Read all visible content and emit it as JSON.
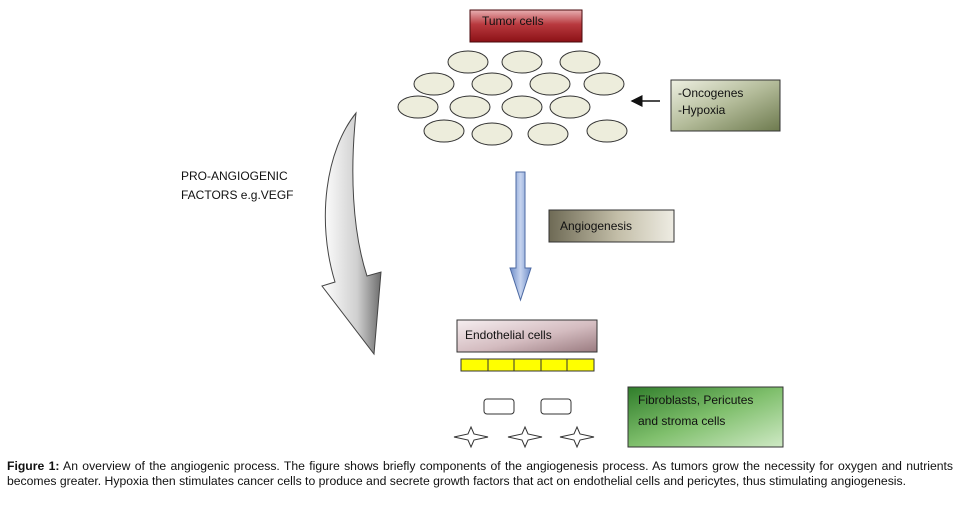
{
  "diagram": {
    "tumor_cells": "Tumor cells",
    "oncogenes": "-Oncogenes",
    "hypoxia": "-Hypoxia",
    "pro_angiogenic_line1": "PRO-ANGIOGENIC",
    "pro_angiogenic_line2": "FACTORS e.g.VEGF",
    "angiogenesis": "Angiogenesis",
    "endothelial_cells": "Endothelial cells",
    "fibroblasts_line1": "Fibroblasts, Pericutes",
    "fibroblasts_line2": "and stroma cells"
  },
  "caption": {
    "label": "Figure 1:",
    "text": " An overview of the angiogenic process. The figure shows briefly components of the angiogenesis process. As tumors grow the necessity for oxygen and nutrients becomes greater. Hypoxia then stimulates cancer cells to produce and secrete growth factors that act on endothelial cells and pericytes, thus stimulating angiogenesis."
  },
  "colors": {
    "tumor_box": "#a51f24",
    "tumor_cell_fill": "#ededdc",
    "oncogenes_box": "#7f8c63",
    "angiogenesis_box": "#8c8770",
    "endothelial_box": "#b89a9e",
    "endothelial_strip": "#ffff00",
    "fibroblasts_box": "#67a651",
    "down_arrow": "#8fa7d6",
    "curved_arrow": "#a8a8a8"
  }
}
